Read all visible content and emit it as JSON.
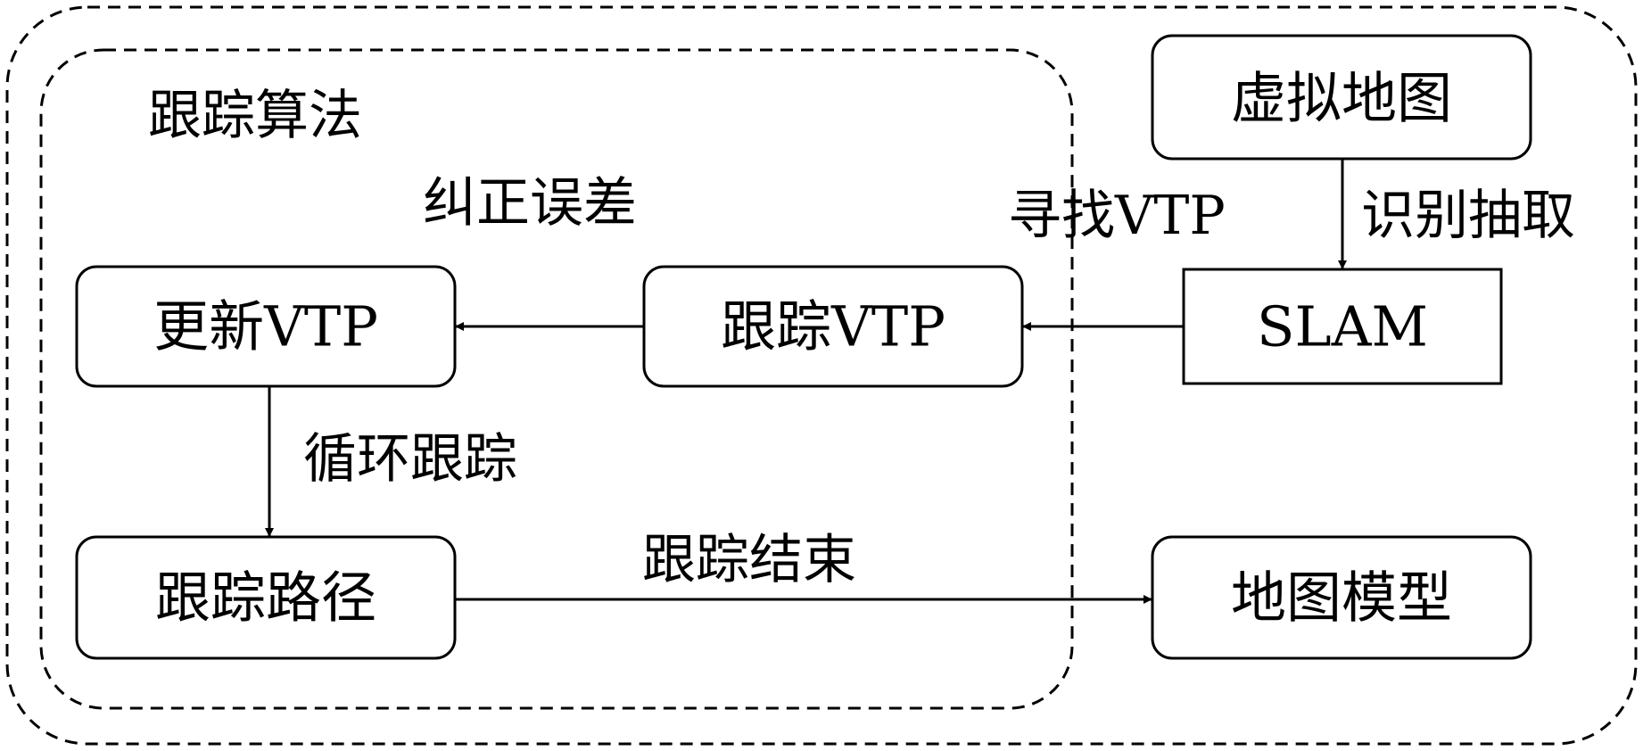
{
  "nodes": {
    "virtual_map": "虚拟地图",
    "slam": "SLAM",
    "track_vtp": "跟踪VTP",
    "update_vtp": "更新VTP",
    "track_path": "跟踪路径",
    "map_model": "地图模型"
  },
  "labels": {
    "tracking_algorithm": "跟踪算法",
    "correct_error": "纠正误差",
    "find_vtp": "寻找VTP",
    "identify_extract": "识别抽取",
    "loop_tracking": "循环跟踪",
    "tracking_end": "跟踪结束"
  }
}
